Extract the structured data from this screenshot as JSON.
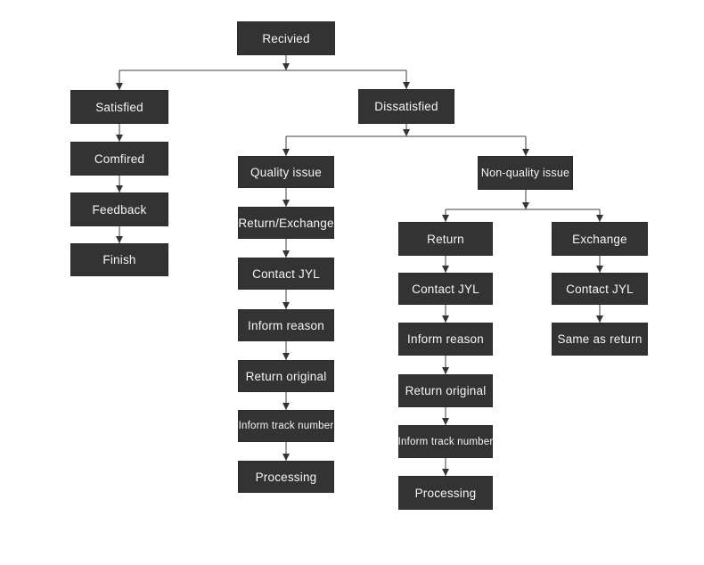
{
  "diagram": {
    "type": "flowchart",
    "colors": {
      "node_fill": "#333333",
      "node_text": "#f5f5f5",
      "line": "#404040",
      "background": "#ffffff"
    },
    "nodes": {
      "received": "Recivied",
      "satisfied": "Satisfied",
      "comfired": "Comfired",
      "feedback": "Feedback",
      "finish": "Finish",
      "dissatisfied": "Dissatisfied",
      "quality_issue": "Quality issue",
      "return_exchange": "Return/Exchange",
      "contact_jyl_quality": "Contact JYL",
      "inform_reason_quality": "Inform reason",
      "return_original_quality": "Return original",
      "inform_track_quality": "Inform track number",
      "processing_quality": "Processing",
      "nonquality_issue": "Non-quality issue",
      "return": "Return",
      "contact_jyl_return": "Contact JYL",
      "inform_reason_return": "Inform reason",
      "return_original_return": "Return original",
      "inform_track_return": "Inform track number",
      "processing_return": "Processing",
      "exchange": "Exchange",
      "contact_jyl_exchange": "Contact JYL",
      "same_as_return": "Same as return"
    },
    "edges": [
      {
        "from": "received",
        "to": "satisfied"
      },
      {
        "from": "received",
        "to": "dissatisfied"
      },
      {
        "from": "satisfied",
        "to": "comfired"
      },
      {
        "from": "comfired",
        "to": "feedback"
      },
      {
        "from": "feedback",
        "to": "finish"
      },
      {
        "from": "dissatisfied",
        "to": "quality_issue"
      },
      {
        "from": "dissatisfied",
        "to": "nonquality_issue"
      },
      {
        "from": "quality_issue",
        "to": "return_exchange"
      },
      {
        "from": "return_exchange",
        "to": "contact_jyl_quality"
      },
      {
        "from": "contact_jyl_quality",
        "to": "inform_reason_quality"
      },
      {
        "from": "inform_reason_quality",
        "to": "return_original_quality"
      },
      {
        "from": "return_original_quality",
        "to": "inform_track_quality"
      },
      {
        "from": "inform_track_quality",
        "to": "processing_quality"
      },
      {
        "from": "nonquality_issue",
        "to": "return"
      },
      {
        "from": "nonquality_issue",
        "to": "exchange"
      },
      {
        "from": "return",
        "to": "contact_jyl_return"
      },
      {
        "from": "contact_jyl_return",
        "to": "inform_reason_return"
      },
      {
        "from": "inform_reason_return",
        "to": "return_original_return"
      },
      {
        "from": "return_original_return",
        "to": "inform_track_return"
      },
      {
        "from": "inform_track_return",
        "to": "processing_return"
      },
      {
        "from": "exchange",
        "to": "contact_jyl_exchange"
      },
      {
        "from": "contact_jyl_exchange",
        "to": "same_as_return"
      }
    ]
  }
}
